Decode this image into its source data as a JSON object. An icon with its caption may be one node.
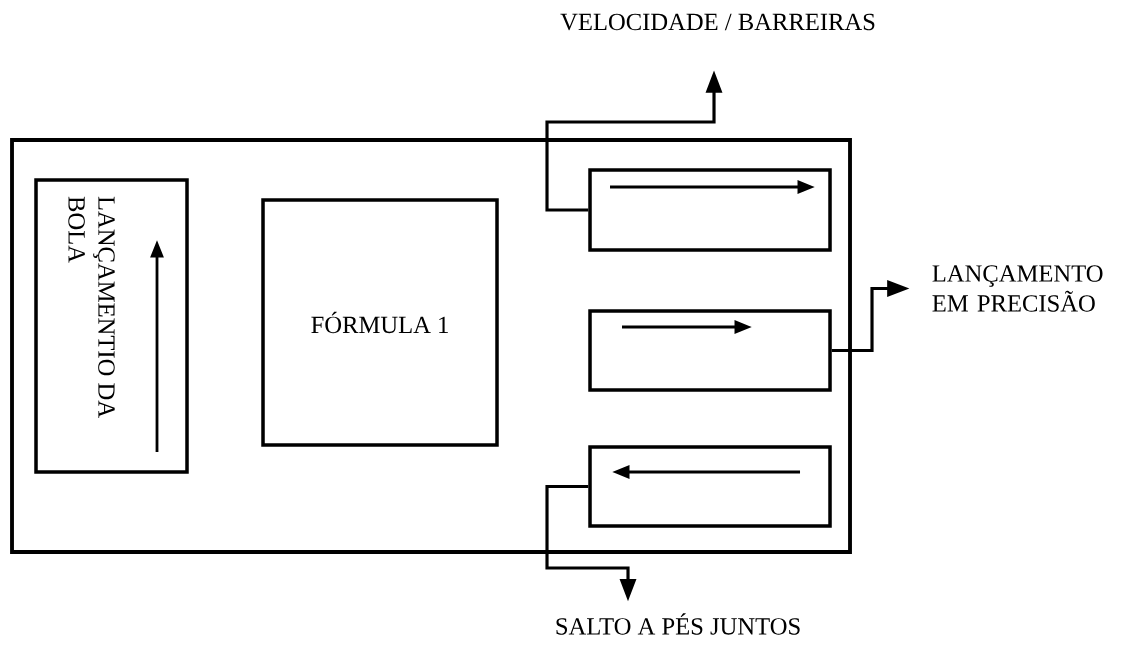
{
  "diagram": {
    "nodes": [
      {
        "text": [],
        "shape": "box"
      },
      {
        "text": [
          "LANÇAMENTIO DA BOLA"
        ],
        "in": 0
      },
      {
        "text": [
          "FÓRMULA 1"
        ],
        "in": 0
      },
      {
        "text": [],
        "shape": "box",
        "in": 0
      },
      {
        "text": [],
        "shape": "box",
        "in": 0
      },
      {
        "text": [],
        "shape": "box",
        "in": 0
      },
      {
        "text": [
          "VELOCIDADE / BARREIRAS"
        ]
      },
      {
        "text": [
          "LANÇAMENTO EM PRECISÃO"
        ]
      },
      {
        "text": [
          "SALTO A PÉS JUNTOS"
        ]
      }
    ],
    "edges": [
      {
        "from": 3,
        "to": 6,
        "arrow": "to"
      },
      {
        "from": 4,
        "to": 7,
        "arrow": "to"
      },
      {
        "from": 5,
        "to": 8,
        "arrow": "to"
      }
    ]
  }
}
